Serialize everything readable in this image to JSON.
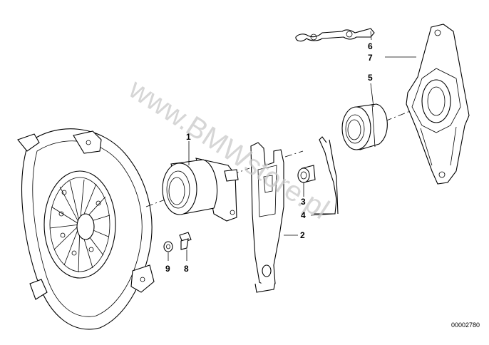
{
  "diagram": {
    "reference_number": "00002780",
    "watermark": "www.BMWstore.pl",
    "callouts": [
      {
        "id": "c1",
        "text": "1"
      },
      {
        "id": "c2",
        "text": "2"
      },
      {
        "id": "c3",
        "text": "3"
      },
      {
        "id": "c4",
        "text": "4"
      },
      {
        "id": "c5",
        "text": "5"
      },
      {
        "id": "c6",
        "text": "6"
      },
      {
        "id": "c7",
        "text": "7"
      },
      {
        "id": "c8",
        "text": "8"
      },
      {
        "id": "c9",
        "text": "9"
      }
    ]
  }
}
